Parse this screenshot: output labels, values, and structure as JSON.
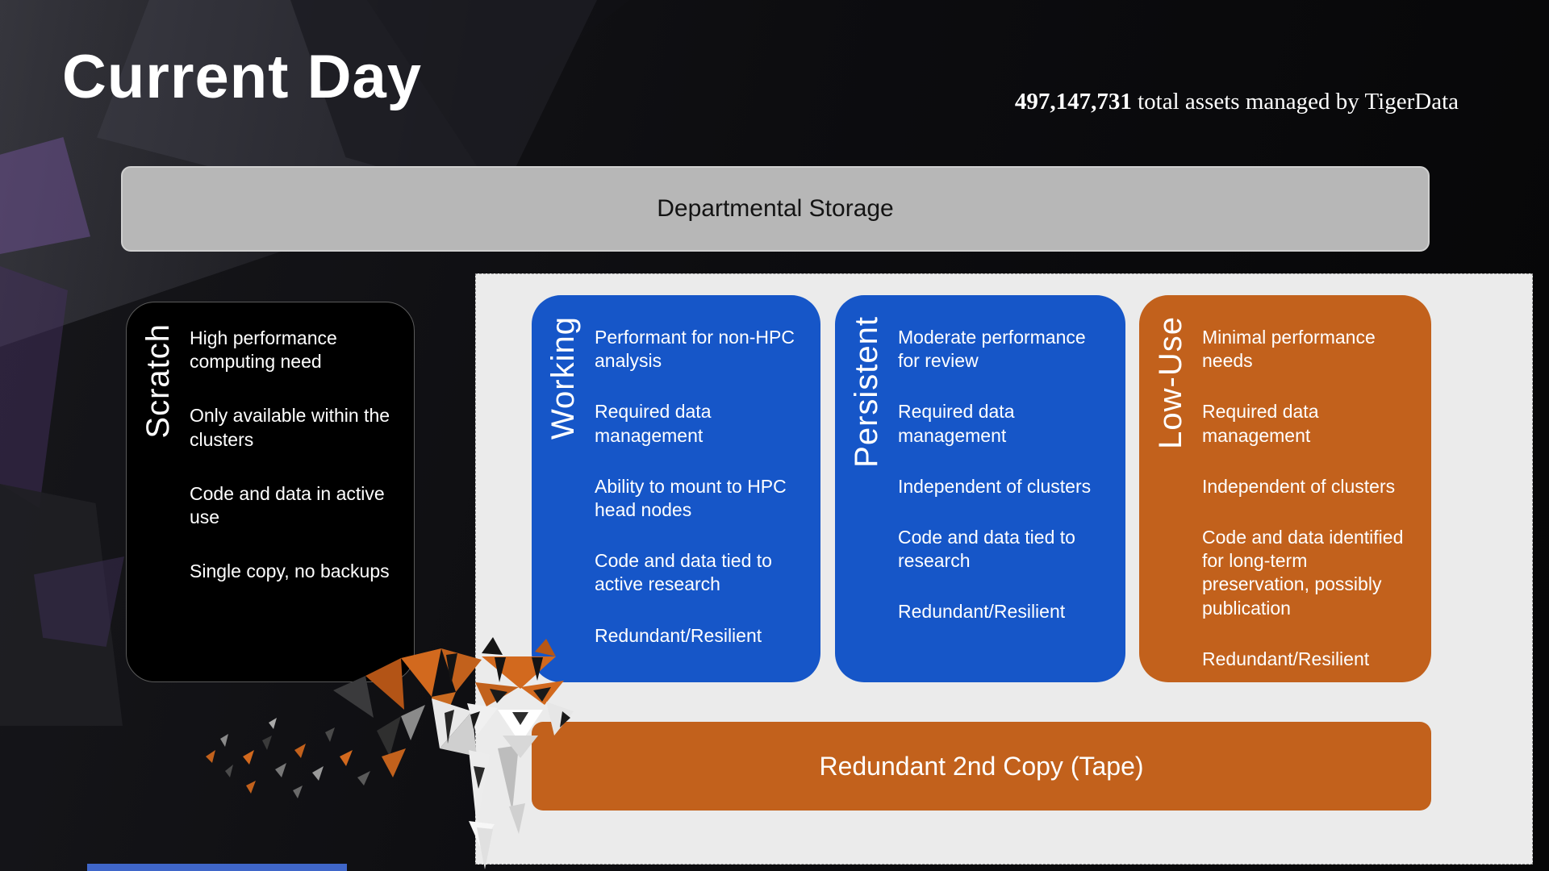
{
  "header": {
    "title": "Current Day",
    "stats_number": "497,147,731",
    "stats_text": " total assets managed by TigerData"
  },
  "banners": {
    "departmental": "Departmental Storage",
    "redundant": "Redundant 2nd Copy (Tape)"
  },
  "tiers": [
    {
      "label": "Scratch",
      "items": [
        "High performance computing need",
        "Only available within the clusters",
        "Code and data in active use",
        "Single copy, no backups"
      ]
    },
    {
      "label": "Working",
      "items": [
        "Performant for non-HPC analysis",
        "Required data management",
        "Ability to mount to HPC head nodes",
        "Code and data tied to active research",
        "Redundant/Resilient"
      ]
    },
    {
      "label": "Persistent",
      "items": [
        "Moderate performance for review",
        "Required data management",
        "Independent of clusters",
        "Code and data tied to research",
        "Redundant/Resilient"
      ]
    },
    {
      "label": "Low-Use",
      "items": [
        "Minimal performance needs",
        "Required data management",
        "Independent of clusters",
        "Code and data identified for long-term preservation, possibly publication",
        "Redundant/Resilient"
      ]
    }
  ],
  "colors": {
    "tier_blue": "#1656c8",
    "tier_orange": "#c2611c",
    "scratch_black": "#000000",
    "panel_gray": "#ebebeb",
    "department_banner_gray": "#b7b7b7",
    "background": "#0d0d10",
    "accent_strip_blue": "#3f66c9"
  }
}
